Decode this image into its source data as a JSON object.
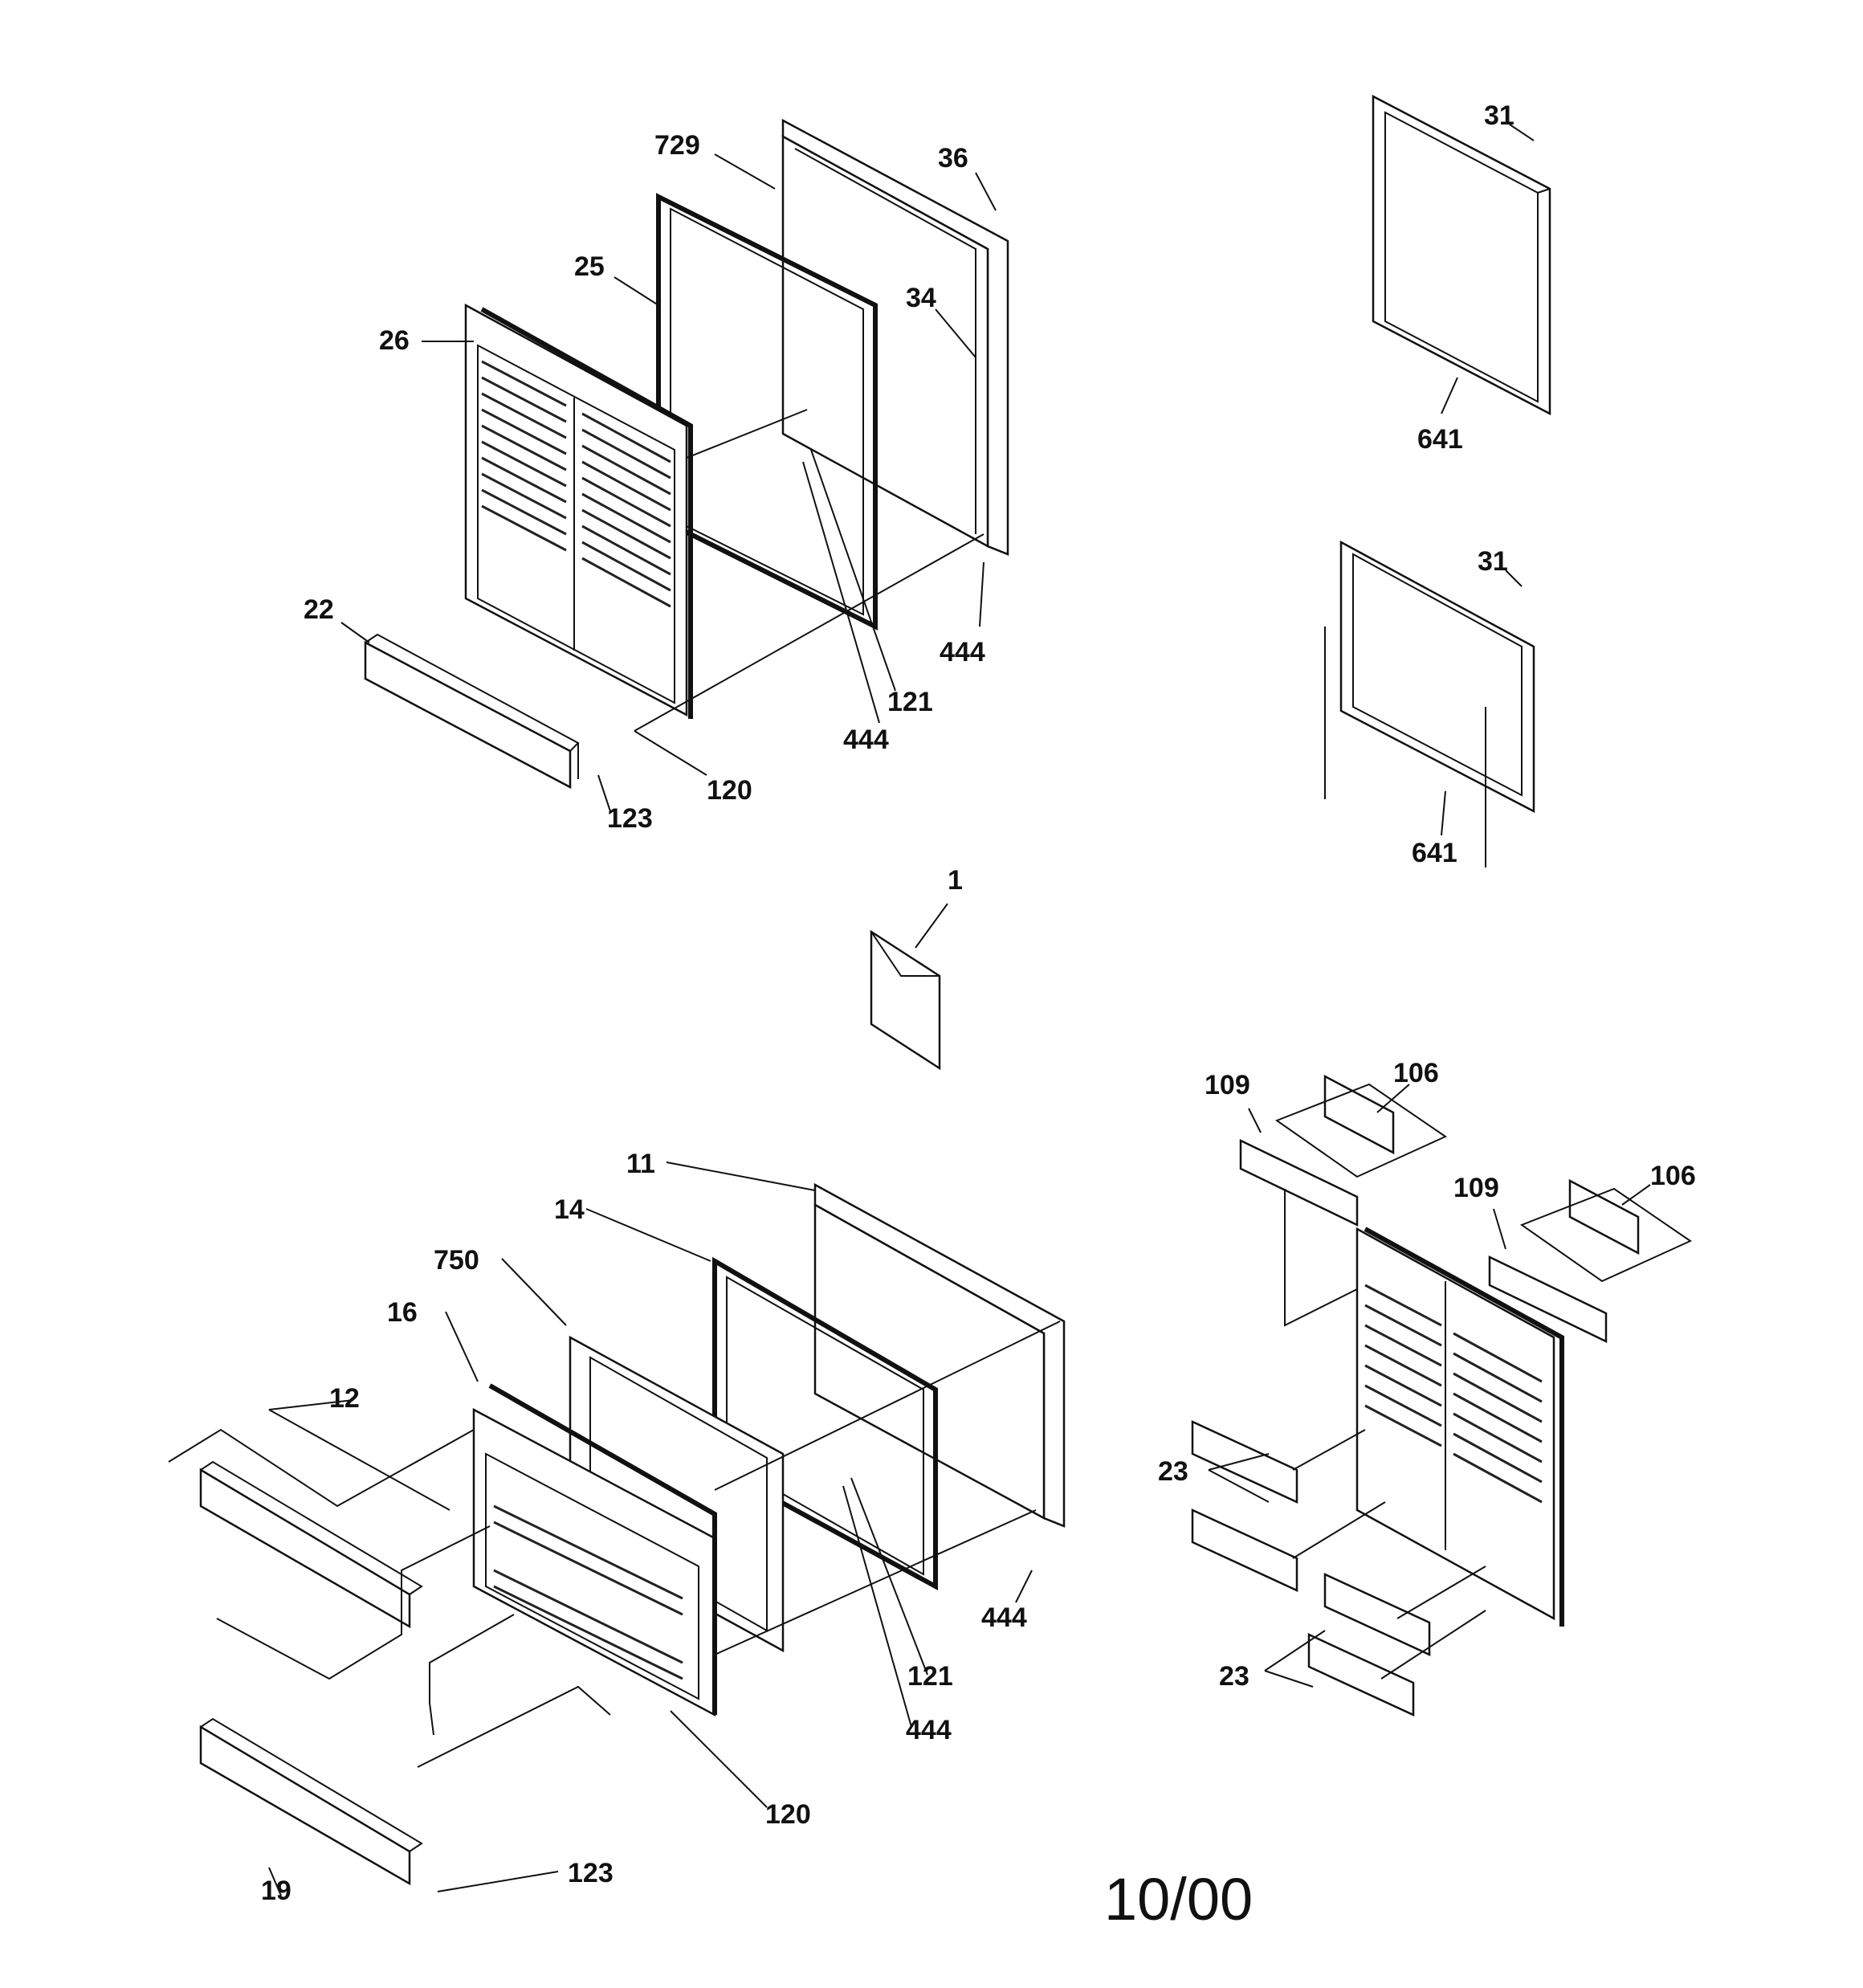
{
  "callouts": {
    "729": "729",
    "36": "36",
    "25": "25",
    "34": "34",
    "26": "26",
    "22": "22",
    "444": "444",
    "121": "121",
    "120": "120",
    "123": "123",
    "31": "31",
    "641": "641",
    "1": "1",
    "109": "109",
    "106": "106",
    "11": "11",
    "14": "14",
    "750": "750",
    "16": "16",
    "12": "12",
    "23": "23",
    "19": "19"
  },
  "footer": {
    "date": "10/00"
  }
}
